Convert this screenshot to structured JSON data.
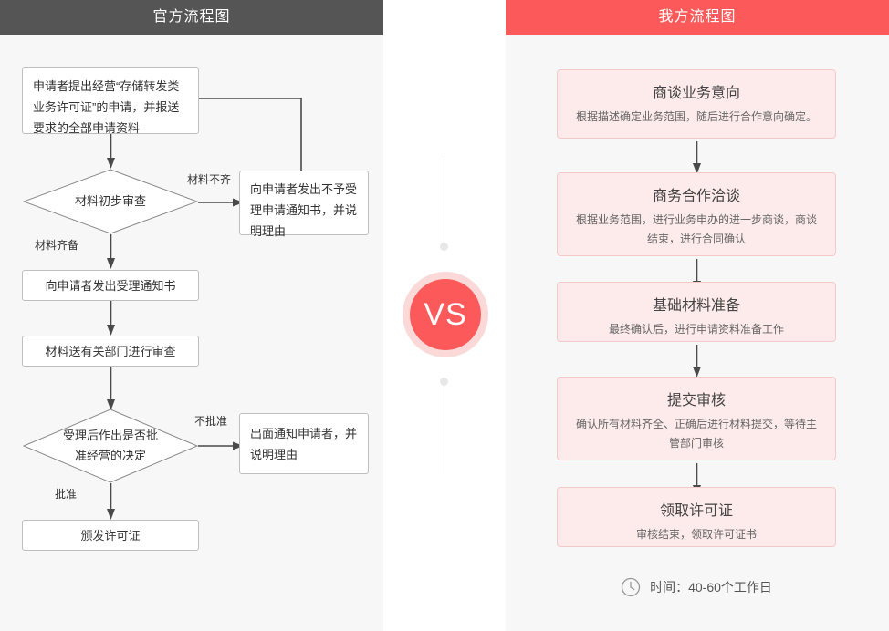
{
  "left": {
    "header": "官方流程图",
    "nodes": {
      "n1": "申请者提出经营“存储转发类业务许可证”的申请，并报送要求的全部申请资料",
      "d1": "材料初步审查",
      "r1": "向申请者发出不予受理申请通知书，并说明理由",
      "n2": "向申请者发出受理通知书",
      "n3": "材料送有关部门进行审查",
      "d2": "受理后作出是否批准经营的决定",
      "r2": "出面通知申请者，并说明理由",
      "n4": "颁发许可证"
    },
    "edge_labels": {
      "e_reject1": "材料不齐",
      "e_ok1": "材料齐备",
      "e_reject2": "不批准",
      "e_ok2": "批准"
    }
  },
  "center": {
    "vs_label": "VS"
  },
  "right": {
    "header": "我方流程图",
    "steps": [
      {
        "title": "商谈业务意向",
        "desc": "根据描述确定业务范围，随后进行合作意向确定。"
      },
      {
        "title": "商务合作洽谈",
        "desc": "根据业务范围，进行业务申办的进一步商谈，商谈结束，进行合同确认"
      },
      {
        "title": "基础材料准备",
        "desc": "最终确认后，进行申请资料准备工作"
      },
      {
        "title": "提交审核",
        "desc": "确认所有材料齐全、正确后进行材料提交，等待主管部门审核"
      },
      {
        "title": "领取许可证",
        "desc": "审核结束，领取许可证书"
      }
    ],
    "footer": {
      "icon": "clock-icon",
      "text": "时间：40-60个工作日"
    }
  },
  "colors": {
    "header_dark": "#555555",
    "header_red": "#fc5a5a",
    "panel_bg": "#f7f7f7",
    "card_bg": "#fdeaea",
    "card_border": "#f6c9c9",
    "accent": "#fc5a5a"
  }
}
